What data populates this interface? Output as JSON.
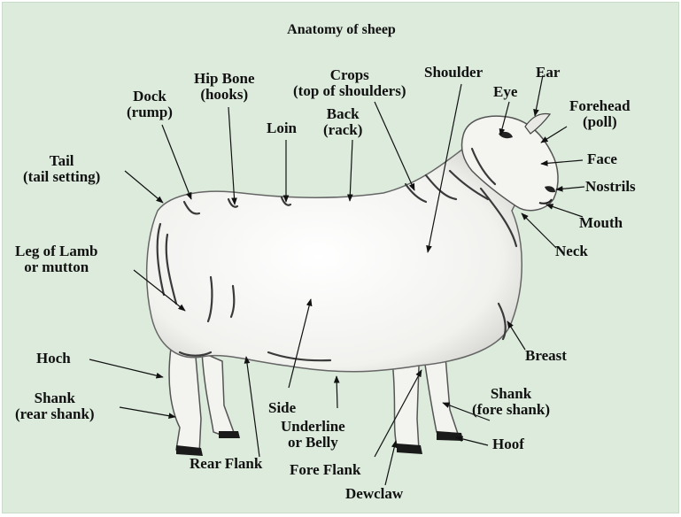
{
  "title": "Anatomy of sheep",
  "labels": {
    "tail": [
      "Tail",
      "(tail setting)"
    ],
    "dock": [
      "Dock",
      "(rump)"
    ],
    "hip_bone": [
      "Hip Bone",
      "(hooks)"
    ],
    "loin": [
      "Loin"
    ],
    "back": [
      "Back",
      "(rack)"
    ],
    "crops": [
      "Crops",
      "(top of shoulders)"
    ],
    "shoulder": [
      "Shoulder"
    ],
    "eye": [
      "Eye"
    ],
    "ear": [
      "Ear"
    ],
    "forehead": [
      "Forehead",
      "(poll)"
    ],
    "face": [
      "Face"
    ],
    "nostrils": [
      "Nostrils"
    ],
    "mouth": [
      "Mouth"
    ],
    "neck": [
      "Neck"
    ],
    "leg_of_lamb": [
      "Leg of Lamb",
      "or mutton"
    ],
    "breast": [
      "Breast"
    ],
    "hoch": [
      "Hoch"
    ],
    "shank_rear": [
      "Shank",
      "(rear shank)"
    ],
    "side": [
      "Side"
    ],
    "underline": [
      "Underline",
      "or Belly"
    ],
    "shank_fore": [
      "Shank",
      "(fore shank)"
    ],
    "hoof": [
      "Hoof"
    ],
    "rear_flank": [
      "Rear Flank"
    ],
    "fore_flank": [
      "Fore Flank"
    ],
    "dewclaw": [
      "Dewclaw"
    ]
  },
  "colors": {
    "background": "#dcebdc",
    "fleece": "#f7f7f5",
    "shadow": "#3a3a3a",
    "text": "#111111"
  }
}
